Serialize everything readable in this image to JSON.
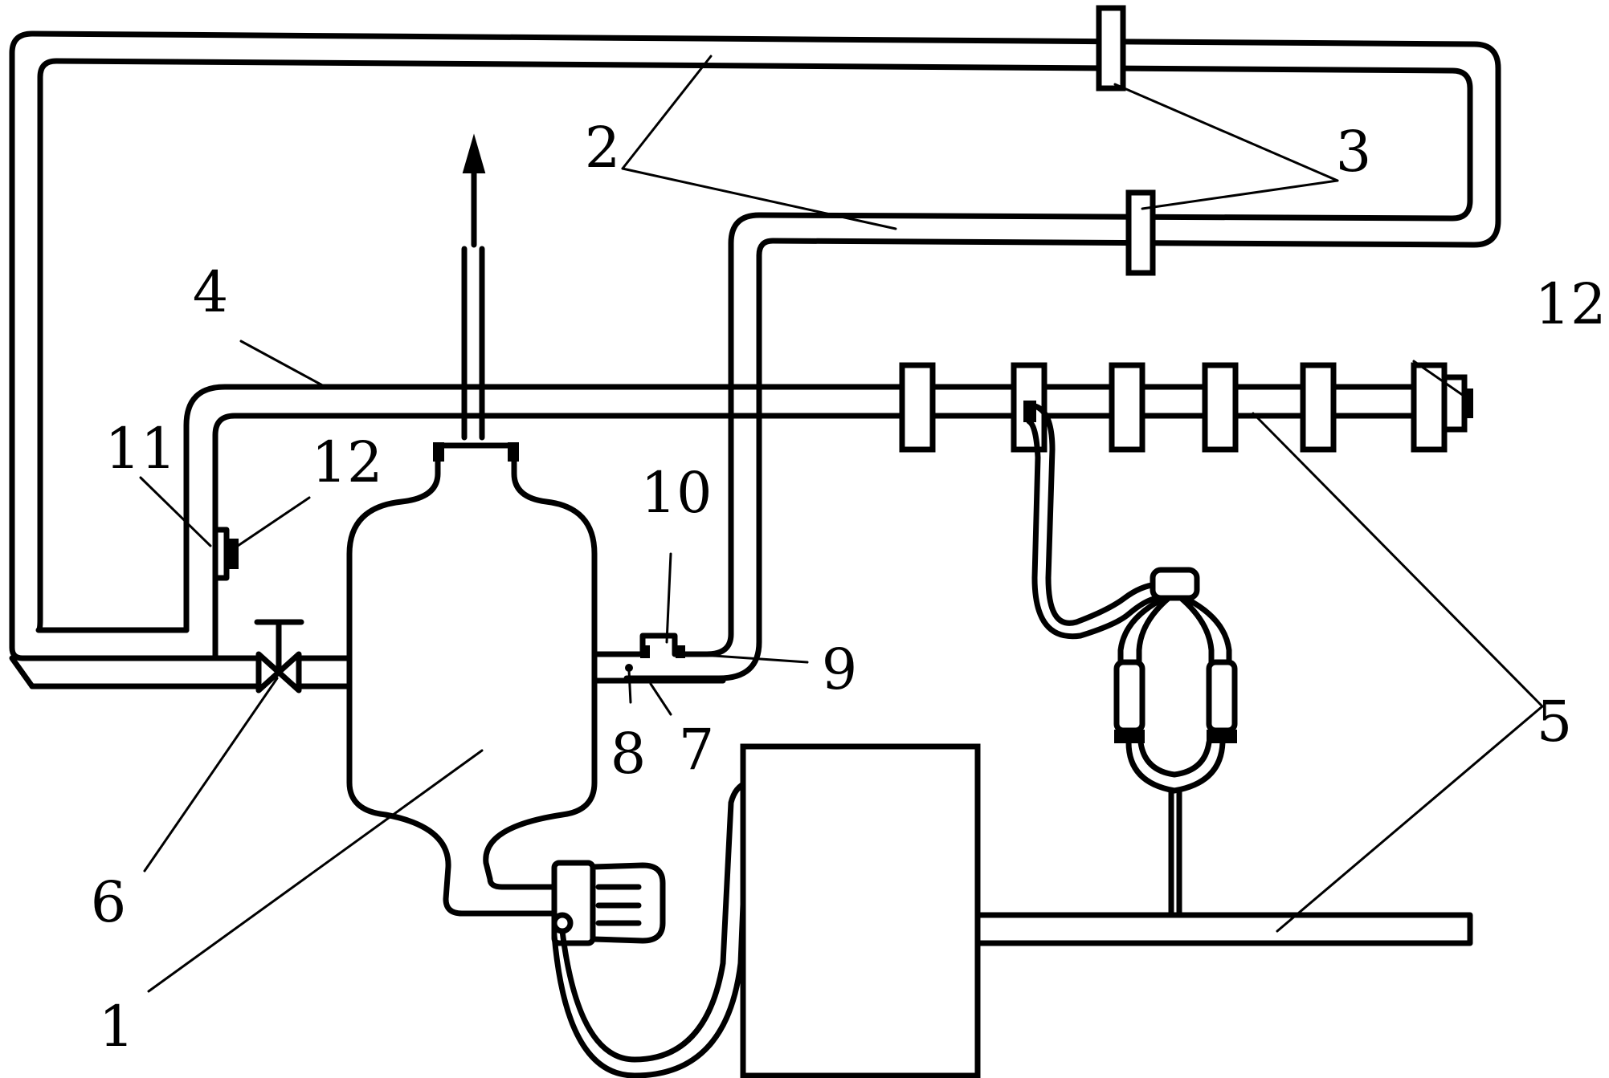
{
  "diagram": {
    "labels": {
      "l1": "1",
      "l2": "2",
      "l3": "3",
      "l4": "4",
      "l5": "5",
      "l6": "6",
      "l7": "7",
      "l8": "8",
      "l9": "9",
      "l10": "10",
      "l11": "11",
      "l12a": "12",
      "l12b": "12"
    },
    "ink_color": "#000000",
    "background_color": "#ffffff"
  }
}
